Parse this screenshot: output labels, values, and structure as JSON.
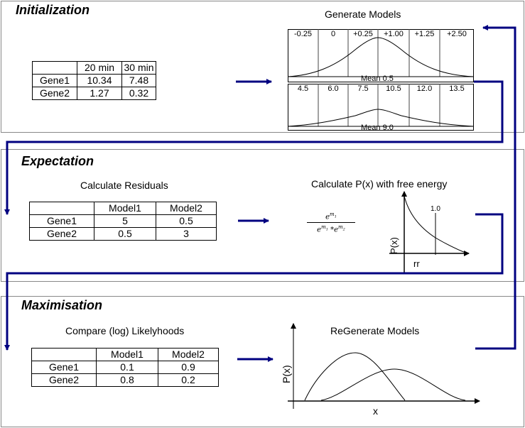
{
  "panels": [
    {
      "title": "Initialization"
    },
    {
      "title": "Expectation"
    },
    {
      "title": "Maximisation"
    }
  ],
  "init": {
    "table": {
      "headers": [
        "",
        "20 min",
        "30 min"
      ],
      "rows": [
        [
          "Gene1",
          "10.34",
          "7.48"
        ],
        [
          "Gene2",
          "1.27",
          "0.32"
        ]
      ]
    },
    "models_title": "Generate Models",
    "model1": {
      "ticks": [
        "-0.25",
        "0",
        "+0.25",
        "+1.00",
        "+1.25",
        "+2.50"
      ],
      "mean_label": "Mean 0.5"
    },
    "model2": {
      "ticks": [
        "4.5",
        "6.0",
        "7.5",
        "10.5",
        "12.0",
        "13.5"
      ],
      "mean_label": "Mean 9.0"
    }
  },
  "expect": {
    "residuals_title": "Calculate Residuals",
    "table": {
      "headers": [
        "",
        "Model1",
        "Model2"
      ],
      "rows": [
        [
          "Gene1",
          "5",
          "0.5"
        ],
        [
          "Gene2",
          "0.5",
          "3"
        ]
      ]
    },
    "px_title": "Calculate P(x) with free energy",
    "formula": {
      "numerator": "e^m1/e",
      "denominator": "e^m1/e * e^m2/e"
    },
    "plot": {
      "ylabel": "P(x)",
      "xlabel": "rr",
      "marker_label": "1.0"
    }
  },
  "max": {
    "compare_title": "Compare (log) Likelyhoods",
    "table": {
      "headers": [
        "",
        "Model1",
        "Model2"
      ],
      "rows": [
        [
          "Gene1",
          "0.1",
          "0.9"
        ],
        [
          "Gene2",
          "0.8",
          "0.2"
        ]
      ]
    },
    "regen_title": "ReGenerate Models",
    "plot": {
      "ylabel": "P(x)",
      "xlabel": "x"
    }
  },
  "colors": {
    "arrow": "#000080",
    "panel_border": "#888888"
  }
}
